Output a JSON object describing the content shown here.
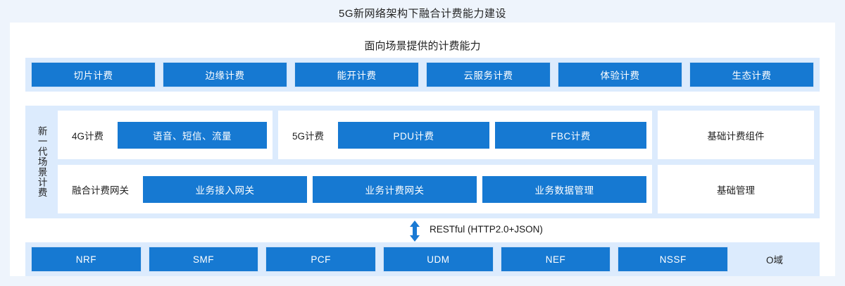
{
  "title": "5G新网络架构下融合计费能力建设",
  "subtitle": "面向场景提供的计费能力",
  "capability_row": {
    "items": [
      {
        "label": "切片计费"
      },
      {
        "label": "边缘计费"
      },
      {
        "label": "能开计费"
      },
      {
        "label": "云服务计费"
      },
      {
        "label": "体验计费"
      },
      {
        "label": "生态计费"
      }
    ]
  },
  "middle": {
    "vertical_label": "新一代场景计费",
    "row1": {
      "group_4g": {
        "label": "4G计费",
        "items": [
          {
            "label": "语音、短信、流量"
          }
        ]
      },
      "group_5g": {
        "label": "5G计费",
        "items": [
          {
            "label": "PDU计费"
          },
          {
            "label": "FBC计费"
          }
        ]
      },
      "side": "基础计费组件"
    },
    "row2": {
      "group_gateway": {
        "label": "融合计费网关",
        "items": [
          {
            "label": "业务接入网关"
          },
          {
            "label": "业务计费网关"
          },
          {
            "label": "业务数据管理"
          }
        ]
      },
      "side": "基础管理"
    }
  },
  "connector": {
    "protocol_label": "RESTful (HTTP2.0+JSON)",
    "arrow_icon": "double-headed-vertical-arrow-icon",
    "arrow_color": "#1a7ad4"
  },
  "network_row": {
    "items": [
      {
        "label": "NRF"
      },
      {
        "label": "SMF"
      },
      {
        "label": "PCF"
      },
      {
        "label": "UDM"
      },
      {
        "label": "NEF"
      },
      {
        "label": "NSSF"
      }
    ],
    "domain_label": "O域"
  },
  "colors": {
    "page_bg": "#eef4fc",
    "card_bg": "#ffffff",
    "band_bg": "#dcebfd",
    "accent_blue": "#1679d2",
    "text": "#222222"
  }
}
